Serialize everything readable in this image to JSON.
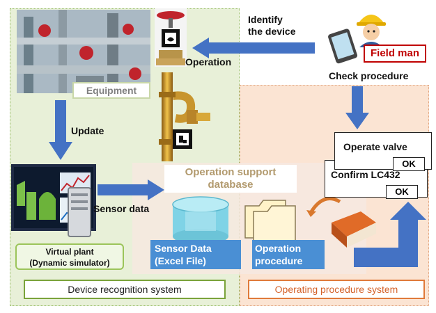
{
  "labels": {
    "identify": "Identify\nthe device",
    "field_man": "Field man",
    "check_procedure": "Check procedure",
    "operation": "Operation",
    "equipment": "Equipment",
    "update": "Update",
    "sensor_data": "Sensor data",
    "database_title": "Operation support\ndatabase",
    "virtual_plant": "Virtual plant\n(Dynamic simulator)",
    "sensor_data_file": "Sensor Data\n(Excel File)",
    "operation_procedure": "Operation\nprocedure",
    "operate_valve": "Operate valve",
    "confirm_lc": "Confirm LC432",
    "ok": "OK",
    "device_recognition_system": "Device recognition system",
    "operating_procedure_system": "Operating procedure system"
  },
  "colors": {
    "arrow_blue": "#4472c4",
    "green_panel": "#e8f0d8",
    "orange_panel": "#fbe4d3",
    "field_man_red": "#c00000",
    "equipment_text": "#7f7f7f",
    "db_title": "#b29a6e",
    "box_blue_fill": "#4a8fd4"
  },
  "icons": [
    "equipment-photo",
    "valve-photo",
    "pipe-icon",
    "marker-icon",
    "worker-icon",
    "tablet-icon",
    "monitor-icon",
    "server-icon",
    "database-icon",
    "folder-icon",
    "book-icon"
  ]
}
